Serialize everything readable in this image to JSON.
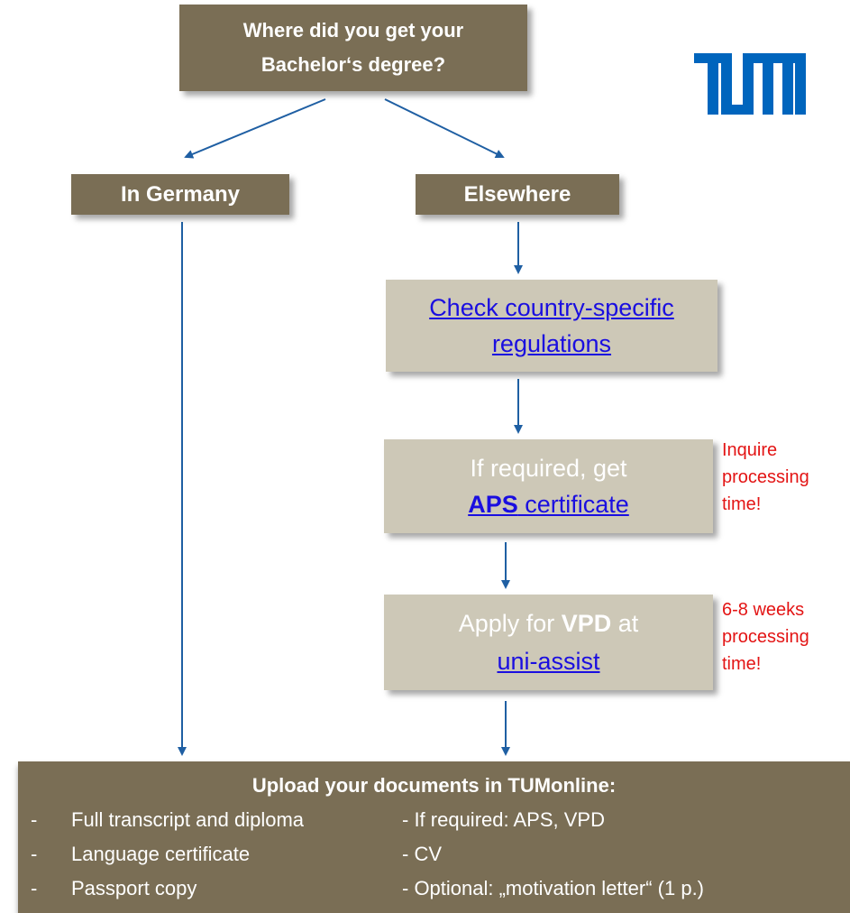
{
  "question": {
    "line1": "Where did you get your",
    "line2": "Bachelor‘s degree?"
  },
  "branches": {
    "germany": "In Germany",
    "elsewhere": "Elsewhere"
  },
  "steps": {
    "check": {
      "link_line1": "Check country-specific",
      "link_line2": "regulations"
    },
    "aps": {
      "line1": "If required, get",
      "link_bold": "APS",
      "link_rest": " certificate"
    },
    "vpd": {
      "prefix": "Apply for ",
      "bold": "VPD",
      "suffix": " at",
      "link": "uni-assist"
    }
  },
  "notes": {
    "aps_note": [
      "Inquire",
      "processing",
      "time!"
    ],
    "vpd_note": [
      "6-8 weeks",
      "processing",
      "time!"
    ]
  },
  "upload": {
    "title": "Upload your documents in TUMonline:",
    "left_items": [
      "Full transcript and diploma",
      "Language certificate",
      "Passport copy"
    ],
    "right_items": [
      "- If required: APS, VPD",
      "- CV",
      "- Optional: „motivation letter“ (1 p.)"
    ],
    "dash": "-"
  },
  "logo": {
    "name": "tum-logo",
    "text": "TUM",
    "color": "#0065bd"
  },
  "colors": {
    "dark_box": "#7a6e55",
    "light_box": "#cdc8b7",
    "arrow": "#1f5fa3",
    "note": "#e31414",
    "link": "#1a0ee0"
  }
}
